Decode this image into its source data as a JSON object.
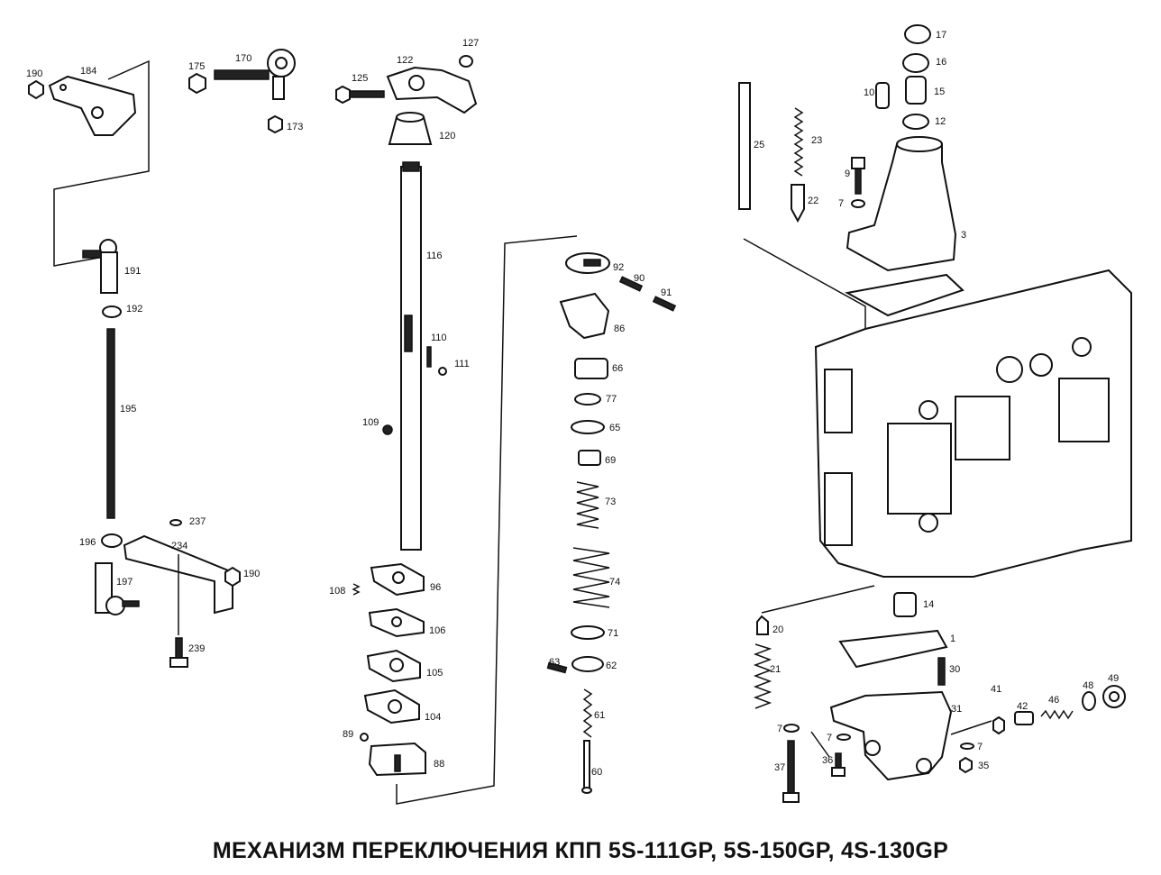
{
  "caption": "МЕХАНИЗМ ПЕРЕКЛЮЧЕНИЯ КПП 5S-111GP, 5S-150GP, 4S-130GP",
  "part_labels": [
    "190",
    "184",
    "175",
    "170",
    "173",
    "191",
    "192",
    "195",
    "196",
    "237",
    "234",
    "190",
    "197",
    "239",
    "125",
    "122",
    "127",
    "120",
    "116",
    "110",
    "111",
    "109",
    "108",
    "96",
    "106",
    "105",
    "104",
    "89",
    "88",
    "92",
    "90",
    "91",
    "86",
    "66",
    "77",
    "65",
    "69",
    "73",
    "74",
    "71",
    "63",
    "62",
    "61",
    "60",
    "25",
    "23",
    "22",
    "17",
    "16",
    "15",
    "10",
    "12",
    "9",
    "7",
    "3",
    "14",
    "20",
    "21",
    "1",
    "30",
    "31",
    "41",
    "42",
    "46",
    "48",
    "49",
    "7",
    "7",
    "36",
    "37",
    "7",
    "35"
  ]
}
